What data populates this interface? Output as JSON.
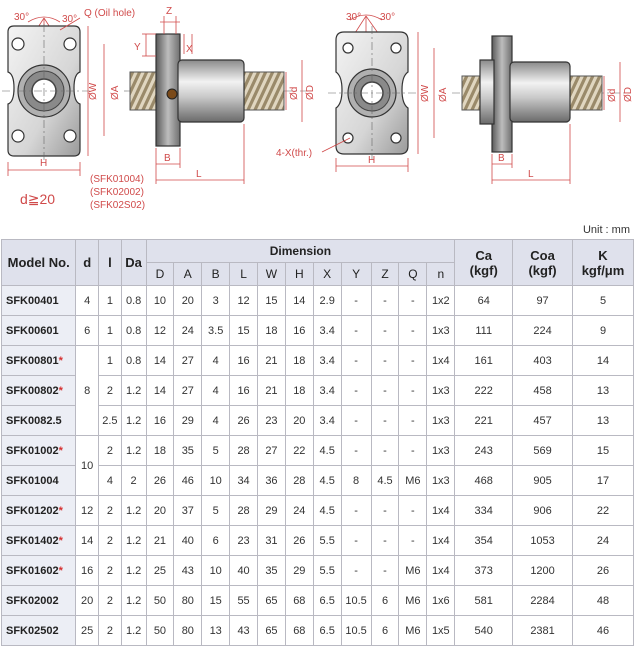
{
  "drawing": {
    "angle1": "30°",
    "angle2": "30°",
    "angle3": "30°",
    "angle4": "30°",
    "oil_hole": "Q (Oil hole)",
    "lbl_Z": "Z",
    "lbl_Y": "Y",
    "lbl_X": "X",
    "lbl_DA": "ØA",
    "lbl_DW": "ØW",
    "lbl_Dd": "Ød",
    "lbl_DD": "ØD",
    "lbl_H": "H",
    "lbl_B": "B",
    "lbl_L": "L",
    "lbl_DA2": "ØA",
    "lbl_DW2": "ØW",
    "lbl_Dd2": "Ød",
    "lbl_DD2": "ØD",
    "lbl_H2": "H",
    "lbl_B2": "B",
    "lbl_L2": "L",
    "thr": "4-X(thr.)",
    "models1": "(SFK01004)",
    "models2": "(SFK02002)",
    "models3": "(SFK02S02)",
    "dnote": "d≧20"
  },
  "unit": "Unit : mm",
  "table": {
    "h_model": "Model No.",
    "h_d": "d",
    "h_l": "l",
    "h_da": "Da",
    "h_dimension": "Dimension",
    "h_ca1": "Ca",
    "h_ca2": "(kgf)",
    "h_coa1": "Coa",
    "h_coa2": "(kgf)",
    "h_k1": "K",
    "h_k2": "kgf/μm",
    "dim_cols": [
      "D",
      "A",
      "B",
      "L",
      "W",
      "H",
      "X",
      "Y",
      "Z",
      "Q",
      "n"
    ],
    "rows": [
      {
        "model": "SFK00401",
        "star": "",
        "d": "4",
        "l": "1",
        "da": "0.8",
        "D": "10",
        "A": "20",
        "B": "3",
        "L": "12",
        "W": "15",
        "H": "14",
        "X": "2.9",
        "Y": "-",
        "Z": "-",
        "Q": "-",
        "n": "1x2",
        "ca": "64",
        "coa": "97",
        "k": "5"
      },
      {
        "model": "SFK00601",
        "star": "",
        "d": "6",
        "l": "1",
        "da": "0.8",
        "D": "12",
        "A": "24",
        "B": "3.5",
        "L": "15",
        "W": "18",
        "H": "16",
        "X": "3.4",
        "Y": "-",
        "Z": "-",
        "Q": "-",
        "n": "1x3",
        "ca": "111",
        "coa": "224",
        "k": "9"
      },
      {
        "model": "SFK00801",
        "star": "*",
        "d": "8",
        "l": "1",
        "da": "0.8",
        "D": "14",
        "A": "27",
        "B": "4",
        "L": "16",
        "W": "21",
        "H": "18",
        "X": "3.4",
        "Y": "-",
        "Z": "-",
        "Q": "-",
        "n": "1x4",
        "ca": "161",
        "coa": "403",
        "k": "14"
      },
      {
        "model": "SFK00802",
        "star": "*",
        "d": "",
        "l": "2",
        "da": "1.2",
        "D": "14",
        "A": "27",
        "B": "4",
        "L": "16",
        "W": "21",
        "H": "18",
        "X": "3.4",
        "Y": "-",
        "Z": "-",
        "Q": "-",
        "n": "1x3",
        "ca": "222",
        "coa": "458",
        "k": "13"
      },
      {
        "model": "SFK0082.5",
        "star": "",
        "d": "",
        "l": "2.5",
        "da": "1.2",
        "D": "16",
        "A": "29",
        "B": "4",
        "L": "26",
        "W": "23",
        "H": "20",
        "X": "3.4",
        "Y": "-",
        "Z": "-",
        "Q": "-",
        "n": "1x3",
        "ca": "221",
        "coa": "457",
        "k": "13"
      },
      {
        "model": "SFK01002",
        "star": "*",
        "d": "10",
        "l": "2",
        "da": "1.2",
        "D": "18",
        "A": "35",
        "B": "5",
        "L": "28",
        "W": "27",
        "H": "22",
        "X": "4.5",
        "Y": "-",
        "Z": "-",
        "Q": "-",
        "n": "1x3",
        "ca": "243",
        "coa": "569",
        "k": "15"
      },
      {
        "model": "SFK01004",
        "star": "",
        "d": "",
        "l": "4",
        "da": "2",
        "D": "26",
        "A": "46",
        "B": "10",
        "L": "34",
        "W": "36",
        "H": "28",
        "X": "4.5",
        "Y": "8",
        "Z": "4.5",
        "Q": "M6",
        "n": "1x3",
        "ca": "468",
        "coa": "905",
        "k": "17"
      },
      {
        "model": "SFK01202",
        "star": "*",
        "d": "12",
        "l": "2",
        "da": "1.2",
        "D": "20",
        "A": "37",
        "B": "5",
        "L": "28",
        "W": "29",
        "H": "24",
        "X": "4.5",
        "Y": "-",
        "Z": "-",
        "Q": "-",
        "n": "1x4",
        "ca": "334",
        "coa": "906",
        "k": "22"
      },
      {
        "model": "SFK01402",
        "star": "*",
        "d": "14",
        "l": "2",
        "da": "1.2",
        "D": "21",
        "A": "40",
        "B": "6",
        "L": "23",
        "W": "31",
        "H": "26",
        "X": "5.5",
        "Y": "-",
        "Z": "-",
        "Q": "-",
        "n": "1x4",
        "ca": "354",
        "coa": "1053",
        "k": "24"
      },
      {
        "model": "SFK01602",
        "star": "*",
        "d": "16",
        "l": "2",
        "da": "1.2",
        "D": "25",
        "A": "43",
        "B": "10",
        "L": "40",
        "W": "35",
        "H": "29",
        "X": "5.5",
        "Y": "-",
        "Z": "-",
        "Q": "M6",
        "n": "1x4",
        "ca": "373",
        "coa": "1200",
        "k": "26"
      },
      {
        "model": "SFK02002",
        "star": "",
        "d": "20",
        "l": "2",
        "da": "1.2",
        "D": "50",
        "A": "80",
        "B": "15",
        "L": "55",
        "W": "65",
        "H": "68",
        "X": "6.5",
        "Y": "10.5",
        "Z": "6",
        "Q": "M6",
        "n": "1x6",
        "ca": "581",
        "coa": "2284",
        "k": "48"
      },
      {
        "model": "SFK02502",
        "star": "",
        "d": "25",
        "l": "2",
        "da": "1.2",
        "D": "50",
        "A": "80",
        "B": "13",
        "L": "43",
        "W": "65",
        "H": "68",
        "X": "6.5",
        "Y": "10.5",
        "Z": "6",
        "Q": "M6",
        "n": "1x5",
        "ca": "540",
        "coa": "2381",
        "k": "46"
      }
    ]
  }
}
